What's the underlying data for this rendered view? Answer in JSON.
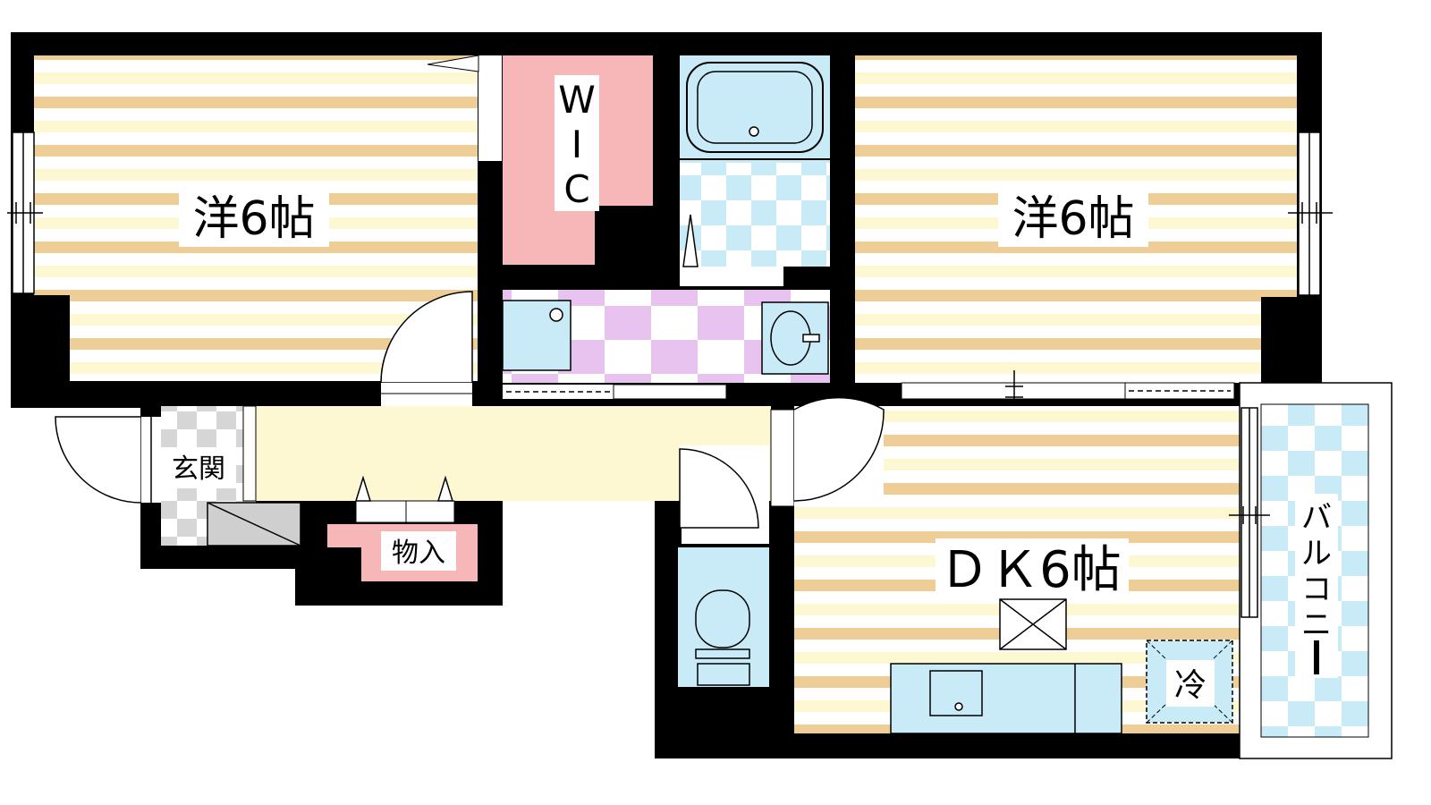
{
  "floor_plan": {
    "rooms": {
      "western_left": "洋6帖",
      "western_right": "洋6帖",
      "wic": [
        "W",
        "I",
        "C"
      ],
      "dk": "ＤＫ6帖",
      "entrance": "玄関",
      "storage": "物入",
      "balcony": [
        "バ",
        "ル",
        "コ",
        "ニ",
        "ー"
      ],
      "fridge": "冷"
    },
    "colors": {
      "wall": "#000000",
      "stripe_tan": "#efcd96",
      "stripe_cream": "#fdf7d2",
      "wic_pink": "#f7b6b8",
      "water_blue": "#c9eaf7",
      "lavender": "#e9c3f0",
      "hall_yellow": "#fdf7d2",
      "tile_grey": "#cfcfcf"
    }
  }
}
